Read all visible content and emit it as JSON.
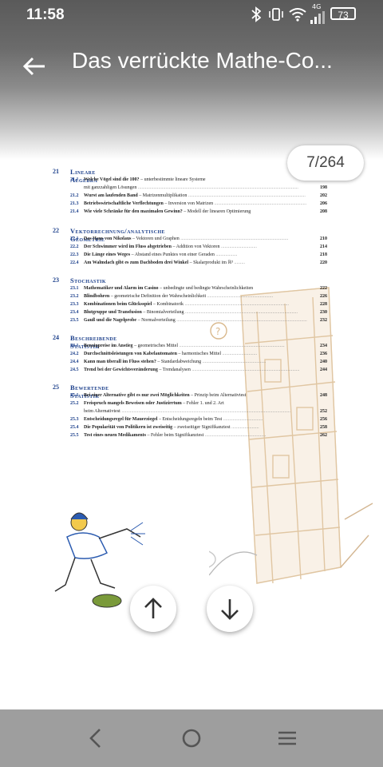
{
  "status": {
    "time": "11:58",
    "battery": "73",
    "network": "4G"
  },
  "header": {
    "title": "Das verrückte Mathe-Co..."
  },
  "page_indicator": "7/264",
  "toc": [
    {
      "num": "21",
      "title": "Lineare Algebra",
      "entries": [
        {
          "n": "21.1",
          "t": "Welche Vögel sind die 100?",
          "d": " – unterbestimmte lineare Systeme",
          "d2": "mit ganzzahligen Lösungen",
          "p": "198"
        },
        {
          "n": "21.2",
          "t": "Wurst am laufenden Band",
          "d": " – Matrizenmultiplikation",
          "p": "202"
        },
        {
          "n": "21.3",
          "t": "Betriebswirtschaftliche Verflechtungen",
          "d": " – Inversion von Matrizen",
          "p": "206"
        },
        {
          "n": "21.4",
          "t": "Wie viele Schränke für den maximalen Gewinn?",
          "d": " – Modell der linearen Optimierung",
          "p": "208"
        }
      ]
    },
    {
      "num": "22",
      "title": "Vektorrechnung/analytische Geometrie",
      "entries": [
        {
          "n": "22.1",
          "t": "Das Haus von Nikolaus",
          "d": " – Vektoren und Graphen",
          "p": "210"
        },
        {
          "n": "22.2",
          "t": "Der Schwimmer wird im Fluss abgetrieben",
          "d": " – Addition von Vektoren",
          "p": "214"
        },
        {
          "n": "22.3",
          "t": "Die Länge eines Weges",
          "d": " – Abstand eines Punktes von einer Geraden",
          "p": "218"
        },
        {
          "n": "22.4",
          "t": "Am Walmdach gibt es zum Dachboden drei Winkel",
          "d": " – Skalarprodukt im ℝ³",
          "p": "220"
        }
      ]
    },
    {
      "num": "23",
      "title": "Stochastik",
      "entries": [
        {
          "n": "23.1",
          "t": "Mathematiker und Alarm im Casino",
          "d": " – unbedingte und bedingte Wahrscheinlichkeiten",
          "p": "222"
        },
        {
          "n": "23.2",
          "t": "Blindbohren",
          "d": " – geometrische Definition der Wahrscheinlichkeit",
          "p": "226"
        },
        {
          "n": "23.3",
          "t": "Kombinationen beim Glücksspiel",
          "d": " – Kombinatorik",
          "p": "228"
        },
        {
          "n": "23.4",
          "t": "Blutgruppe und Transfusion",
          "d": " – Binomialverteilung",
          "p": "230"
        },
        {
          "n": "23.5",
          "t": "Gauß und die Nagelprobe",
          "d": " – Normalverteilung",
          "p": "232"
        }
      ]
    },
    {
      "num": "24",
      "title": "Beschreibende Statistik",
      "entries": [
        {
          "n": "24.1",
          "t": "Benzinpreise im Anstieg",
          "d": " – geometrisches Mittel",
          "p": "234"
        },
        {
          "n": "24.2",
          "t": "Durchschnittsleistungen von Kabelautomaten",
          "d": " – harmonisches Mittel",
          "p": "236"
        },
        {
          "n": "24.4",
          "t": "Kann man überall im Fluss stehen?",
          "d": " – Standardabweichung",
          "p": "240"
        },
        {
          "n": "24.5",
          "t": "Trend bei der Gewichtsveränderung",
          "d": " – Trendanalysen",
          "p": "244"
        }
      ]
    },
    {
      "num": "25",
      "title": "Bewertende Statistik",
      "entries": [
        {
          "n": "25.1",
          "t": "Bei einer Alternative gibt es nur zwei Möglichkeiten",
          "d": " – Prinzip beim Alternativtest",
          "p": "248"
        },
        {
          "n": "25.2",
          "t": "Freispruch mangels Beweisen oder Justizirrtum",
          "d": " – Fehler 1. und 2. Art",
          "d2": "beim Alternativtest",
          "p": "252"
        },
        {
          "n": "25.3",
          "t": "Entscheidungsregel für Mauerziegel",
          "d": " – Entscheidungsregeln beim Test",
          "p": "256"
        },
        {
          "n": "25.4",
          "t": "Die Popularität von Politikern ist zweiseitig",
          "d": " – zweiseitiger Signifikanztest",
          "p": "258"
        },
        {
          "n": "25.5",
          "t": "Test eines neuen Medikaments",
          "d": " – Fehler beim Signifikanztest",
          "p": "262"
        }
      ]
    }
  ],
  "icons": {
    "back": "arrow-left-icon",
    "up": "arrow-up-icon",
    "down": "arrow-down-icon",
    "nav_back": "chevron-left-icon",
    "nav_home": "circle-home-icon",
    "nav_recents": "menu-lines-icon"
  }
}
